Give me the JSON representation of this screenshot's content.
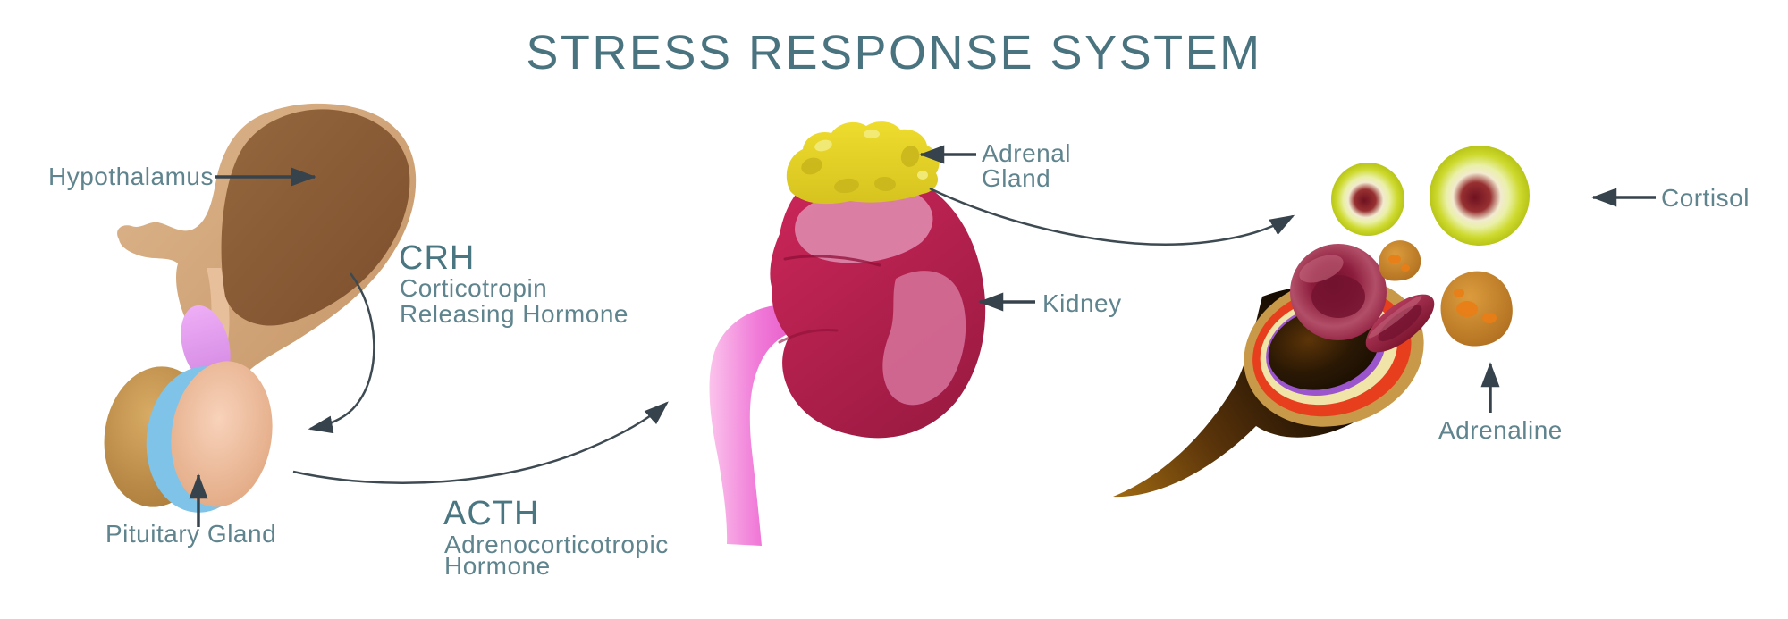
{
  "title": "STRESS RESPONSE SYSTEM",
  "labels": {
    "hypothalamus": "Hypothalamus",
    "pituitary_gland": "Pituitary Gland",
    "adrenal_gland_line1": "Adrenal",
    "adrenal_gland_line2": "Gland",
    "kidney": "Kidney",
    "cortisol": "Cortisol",
    "adrenaline": "Adrenaline"
  },
  "hormones": {
    "crh_abbr": "CRH",
    "crh_full_line1": "Corticotropin",
    "crh_full_line2": "Releasing Hormone",
    "acth_abbr": "ACTH",
    "acth_full_line1": "Adrenocorticotropic",
    "acth_full_line2": "Hormone"
  },
  "colors": {
    "title_text": "#4a7380",
    "label_text": "#5f848e",
    "arrow": "#37434c",
    "brain_tan": "#d3a97c",
    "hypothalamus_brown": "#8a5c39",
    "infundibulum_purple": "#e19aec",
    "pituitary_gold": "#c0904a",
    "pituitary_blue": "#7fc3e8",
    "pituitary_pink": "#f2c3a8",
    "kidney_crimson": "#c02052",
    "kidney_highlight": "#dc84a9",
    "adrenal_yellow": "#e9d626",
    "ureter_pink": "#ef74d5",
    "vessel_brown": "#5a3208",
    "vessel_ring_tan": "#c79948",
    "vessel_ring_red": "#e73f1d",
    "vessel_ring_cream": "#f0e4a8",
    "vessel_ring_purple": "#9b55cc",
    "blood_cell_red": "#8e1f3f",
    "cortisol_outer_yellow": "#ccd62f",
    "cortisol_core_red": "#741320",
    "adrenaline_gold": "#c8872c"
  }
}
